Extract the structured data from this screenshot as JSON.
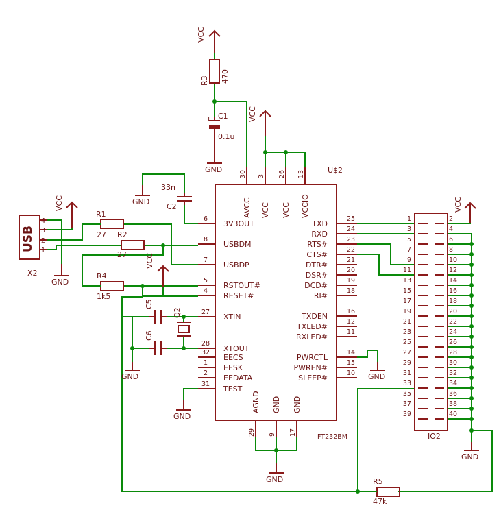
{
  "colors": {
    "part": "#8b1a1a",
    "wire": "#0a8a0a",
    "background": "#ffffff"
  },
  "supply": {
    "vcc": "VCC",
    "gnd": "GND"
  },
  "chip": {
    "name": "U$2",
    "value": "FT232BM",
    "left_pins": [
      {
        "num": "6",
        "name": "3V3OUT"
      },
      {
        "num": "8",
        "name": "USBDM"
      },
      {
        "num": "7",
        "name": "USBDP"
      },
      {
        "num": "5",
        "name": "RSTOUT#"
      },
      {
        "num": "4",
        "name": "RESET#"
      },
      {
        "num": "27",
        "name": "XTIN"
      },
      {
        "num": "28",
        "name": "XTOUT"
      },
      {
        "num": "32",
        "name": "EECS"
      },
      {
        "num": "1",
        "name": "EESK"
      },
      {
        "num": "2",
        "name": "EEDATA"
      },
      {
        "num": "31",
        "name": "TEST"
      }
    ],
    "right_pins": [
      {
        "num": "25",
        "name": "TXD"
      },
      {
        "num": "24",
        "name": "RXD"
      },
      {
        "num": "23",
        "name": "RTS#"
      },
      {
        "num": "22",
        "name": "CTS#"
      },
      {
        "num": "21",
        "name": "DTR#"
      },
      {
        "num": "20",
        "name": "DSR#"
      },
      {
        "num": "19",
        "name": "DCD#"
      },
      {
        "num": "18",
        "name": "RI#"
      },
      {
        "num": "16",
        "name": "TXDEN"
      },
      {
        "num": "12",
        "name": "TXLED#"
      },
      {
        "num": "11",
        "name": "RXLED#"
      },
      {
        "num": "14",
        "name": "PWRCTL"
      },
      {
        "num": "15",
        "name": "PWREN#"
      },
      {
        "num": "10",
        "name": "SLEEP#"
      }
    ],
    "top_pins": [
      {
        "num": "30",
        "name": "AVCC"
      },
      {
        "num": "3",
        "name": "VCC"
      },
      {
        "num": "26",
        "name": "VCC"
      },
      {
        "num": "13",
        "name": "VCCIO"
      }
    ],
    "bottom_pins": [
      {
        "num": "29",
        "name": "AGND"
      },
      {
        "num": "9",
        "name": "GND"
      },
      {
        "num": "17",
        "name": "GND"
      }
    ]
  },
  "resistors": [
    {
      "ref": "R1",
      "value": "27"
    },
    {
      "ref": "R2",
      "value": "27"
    },
    {
      "ref": "R3",
      "value": "470"
    },
    {
      "ref": "R4",
      "value": "1k5"
    },
    {
      "ref": "R5",
      "value": "47k"
    }
  ],
  "capacitors": [
    {
      "ref": "C1",
      "value": "0.1u"
    },
    {
      "ref": "C2",
      "value": "33n"
    },
    {
      "ref": "C5",
      "value": ""
    },
    {
      "ref": "C6",
      "value": ""
    }
  ],
  "crystal": {
    "ref": "Q2"
  },
  "usb": {
    "ref": "X2",
    "label": "USB",
    "pins": [
      "4",
      "3",
      "2",
      "1"
    ]
  },
  "header": {
    "ref": "IO2",
    "left_pins": [
      "1",
      "3",
      "5",
      "7",
      "9",
      "11",
      "13",
      "15",
      "17",
      "19",
      "21",
      "23",
      "25",
      "27",
      "29",
      "31",
      "33",
      "35",
      "37",
      "39"
    ],
    "right_pins": [
      "2",
      "4",
      "6",
      "8",
      "10",
      "12",
      "14",
      "16",
      "18",
      "20",
      "22",
      "24",
      "26",
      "28",
      "30",
      "32",
      "34",
      "36",
      "38",
      "40"
    ]
  }
}
